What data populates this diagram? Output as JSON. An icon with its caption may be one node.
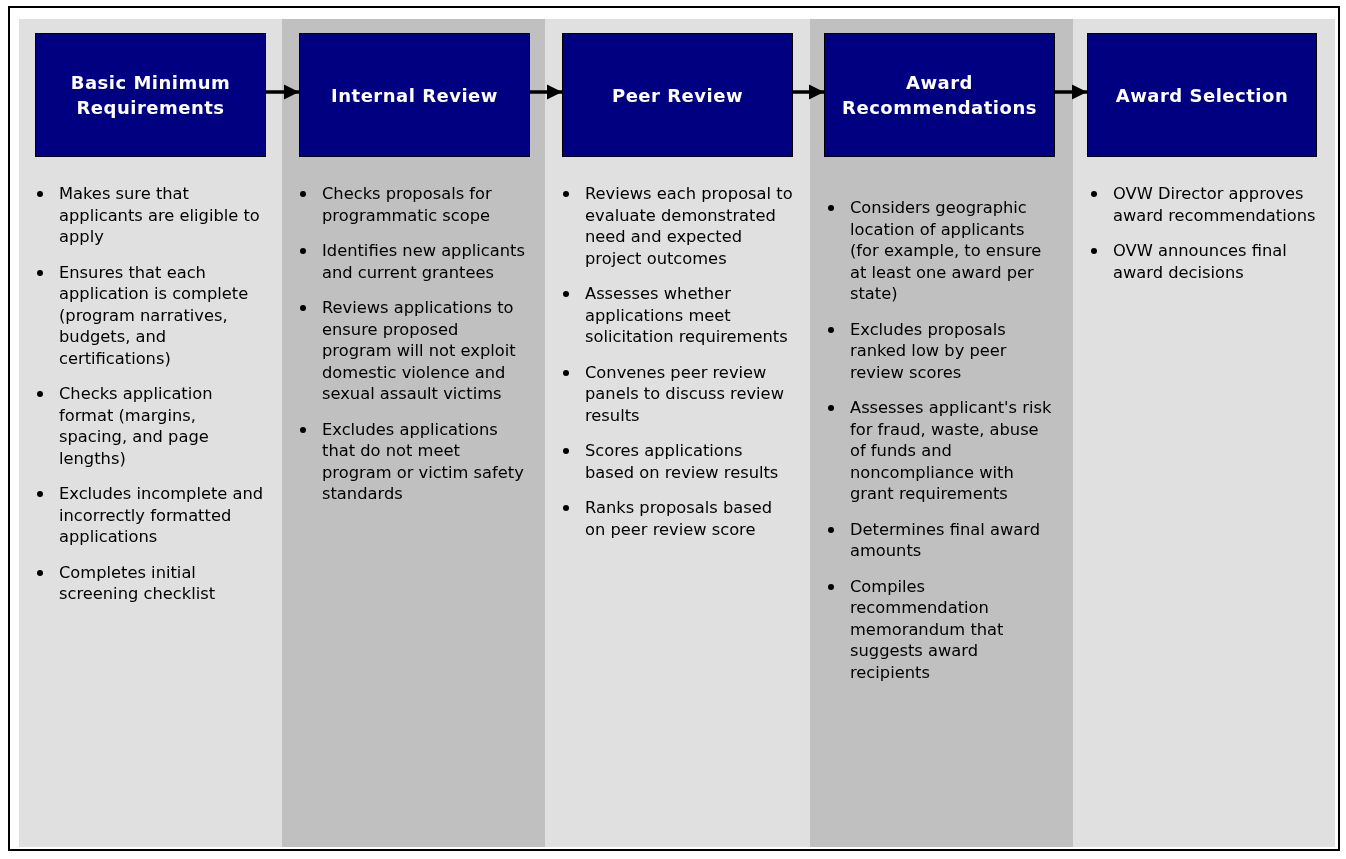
{
  "diagram": {
    "nodes": [
      {
        "text": [
          "Makes sure that applicants are eligible to apply",
          "Ensures that each application is complete (program narratives, budgets, and certifications)",
          "Checks application format (margins, spacing, and page lengths)",
          "Excludes incomplete and incorrectly formatted applications",
          "Completes initial screening checklist"
        ]
      },
      {
        "text": [
          "Basic Minimum Requirements"
        ],
        "in": 0
      },
      {
        "text": [
          "Checks proposals for programmatic scope",
          "Identifies new applicants and current grantees",
          "Reviews applications to ensure proposed program will not exploit domestic violence and sexual assault victims",
          "Excludes applications that do not meet program or victim safety standards"
        ]
      },
      {
        "text": [
          "Internal Review"
        ],
        "in": 2
      },
      {
        "text": [
          "Reviews each proposal to evaluate demonstrated need and expected project outcomes",
          "Assesses whether applications meet solicitation requirements",
          "Convenes peer review panels to discuss review results",
          "Scores applications based on review results",
          "Ranks proposals based on peer review score"
        ]
      },
      {
        "text": [
          "Peer Review"
        ],
        "in": 4
      },
      {
        "text": [
          "Considers geographic location of applicants (for example, to ensure at least one award per state)",
          "Excludes proposals ranked low by peer review scores",
          "Assesses applicant's risk for fraud, waste, abuse of funds and noncompliance with grant requirements",
          "Determines final award amounts",
          "Compiles recommendation memorandum that suggests award recipients"
        ]
      },
      {
        "text": [
          "Award Recommendations"
        ],
        "in": 6
      },
      {
        "text": [
          "OVW Director approves award recommendations",
          "OVW announces final award decisions"
        ]
      },
      {
        "text": [
          "Award Selection"
        ],
        "in": 8
      }
    ],
    "edges": [
      {
        "from": 1,
        "to": 3,
        "arrow": "to"
      },
      {
        "from": 3,
        "to": 5,
        "arrow": "to"
      },
      {
        "from": 5,
        "to": 7,
        "arrow": "to"
      },
      {
        "from": 7,
        "to": 9,
        "arrow": "to"
      }
    ]
  }
}
